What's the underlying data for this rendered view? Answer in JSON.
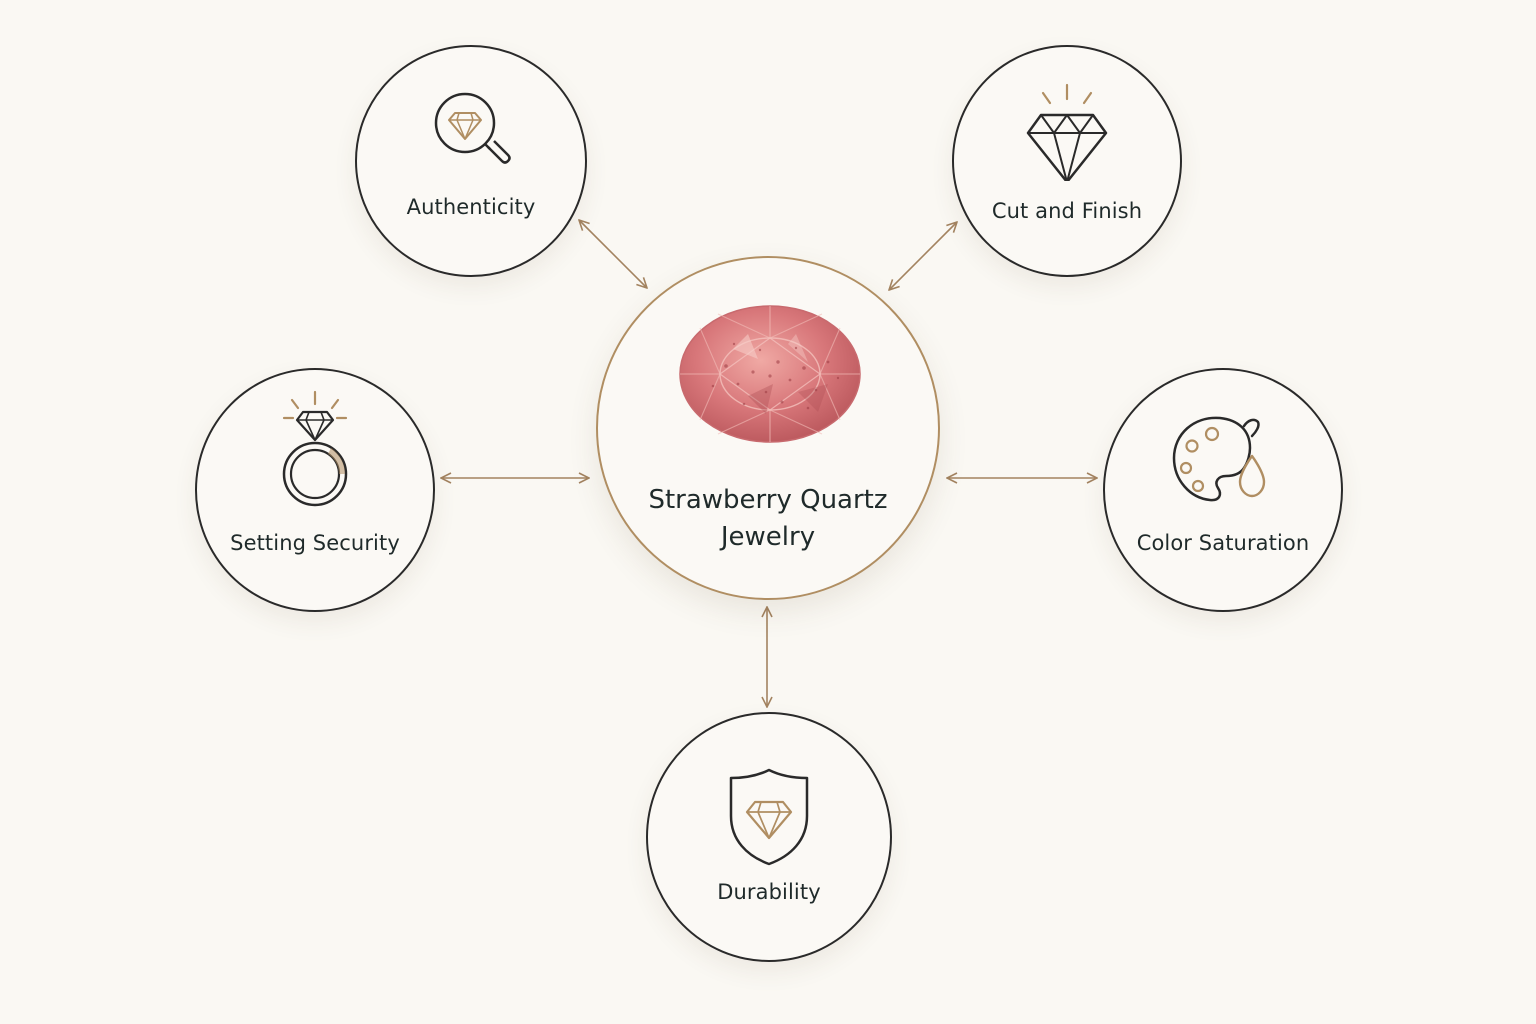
{
  "diagram": {
    "center": {
      "title_line1": "Strawberry Quartz",
      "title_line2": "Jewelry",
      "image": "strawberry-quartz-oval-gem"
    },
    "nodes": [
      {
        "id": "authenticity",
        "label": "Authenticity",
        "icon": "diamond-magnifier-icon"
      },
      {
        "id": "cut-finish",
        "label": "Cut and Finish",
        "icon": "sparkling-diamond-icon"
      },
      {
        "id": "setting-security",
        "label": "Setting Security",
        "icon": "diamond-ring-icon"
      },
      {
        "id": "color-saturation",
        "label": "Color Saturation",
        "icon": "palette-drop-icon"
      },
      {
        "id": "durability",
        "label": "Durability",
        "icon": "shield-diamond-icon"
      }
    ],
    "connector": "bidirectional-arrow",
    "colors": {
      "background": "#faf8f3",
      "outline": "#2a2a2a",
      "accent": "#b08e62",
      "text": "#1f2a2a",
      "gem": "#d8777a"
    }
  }
}
